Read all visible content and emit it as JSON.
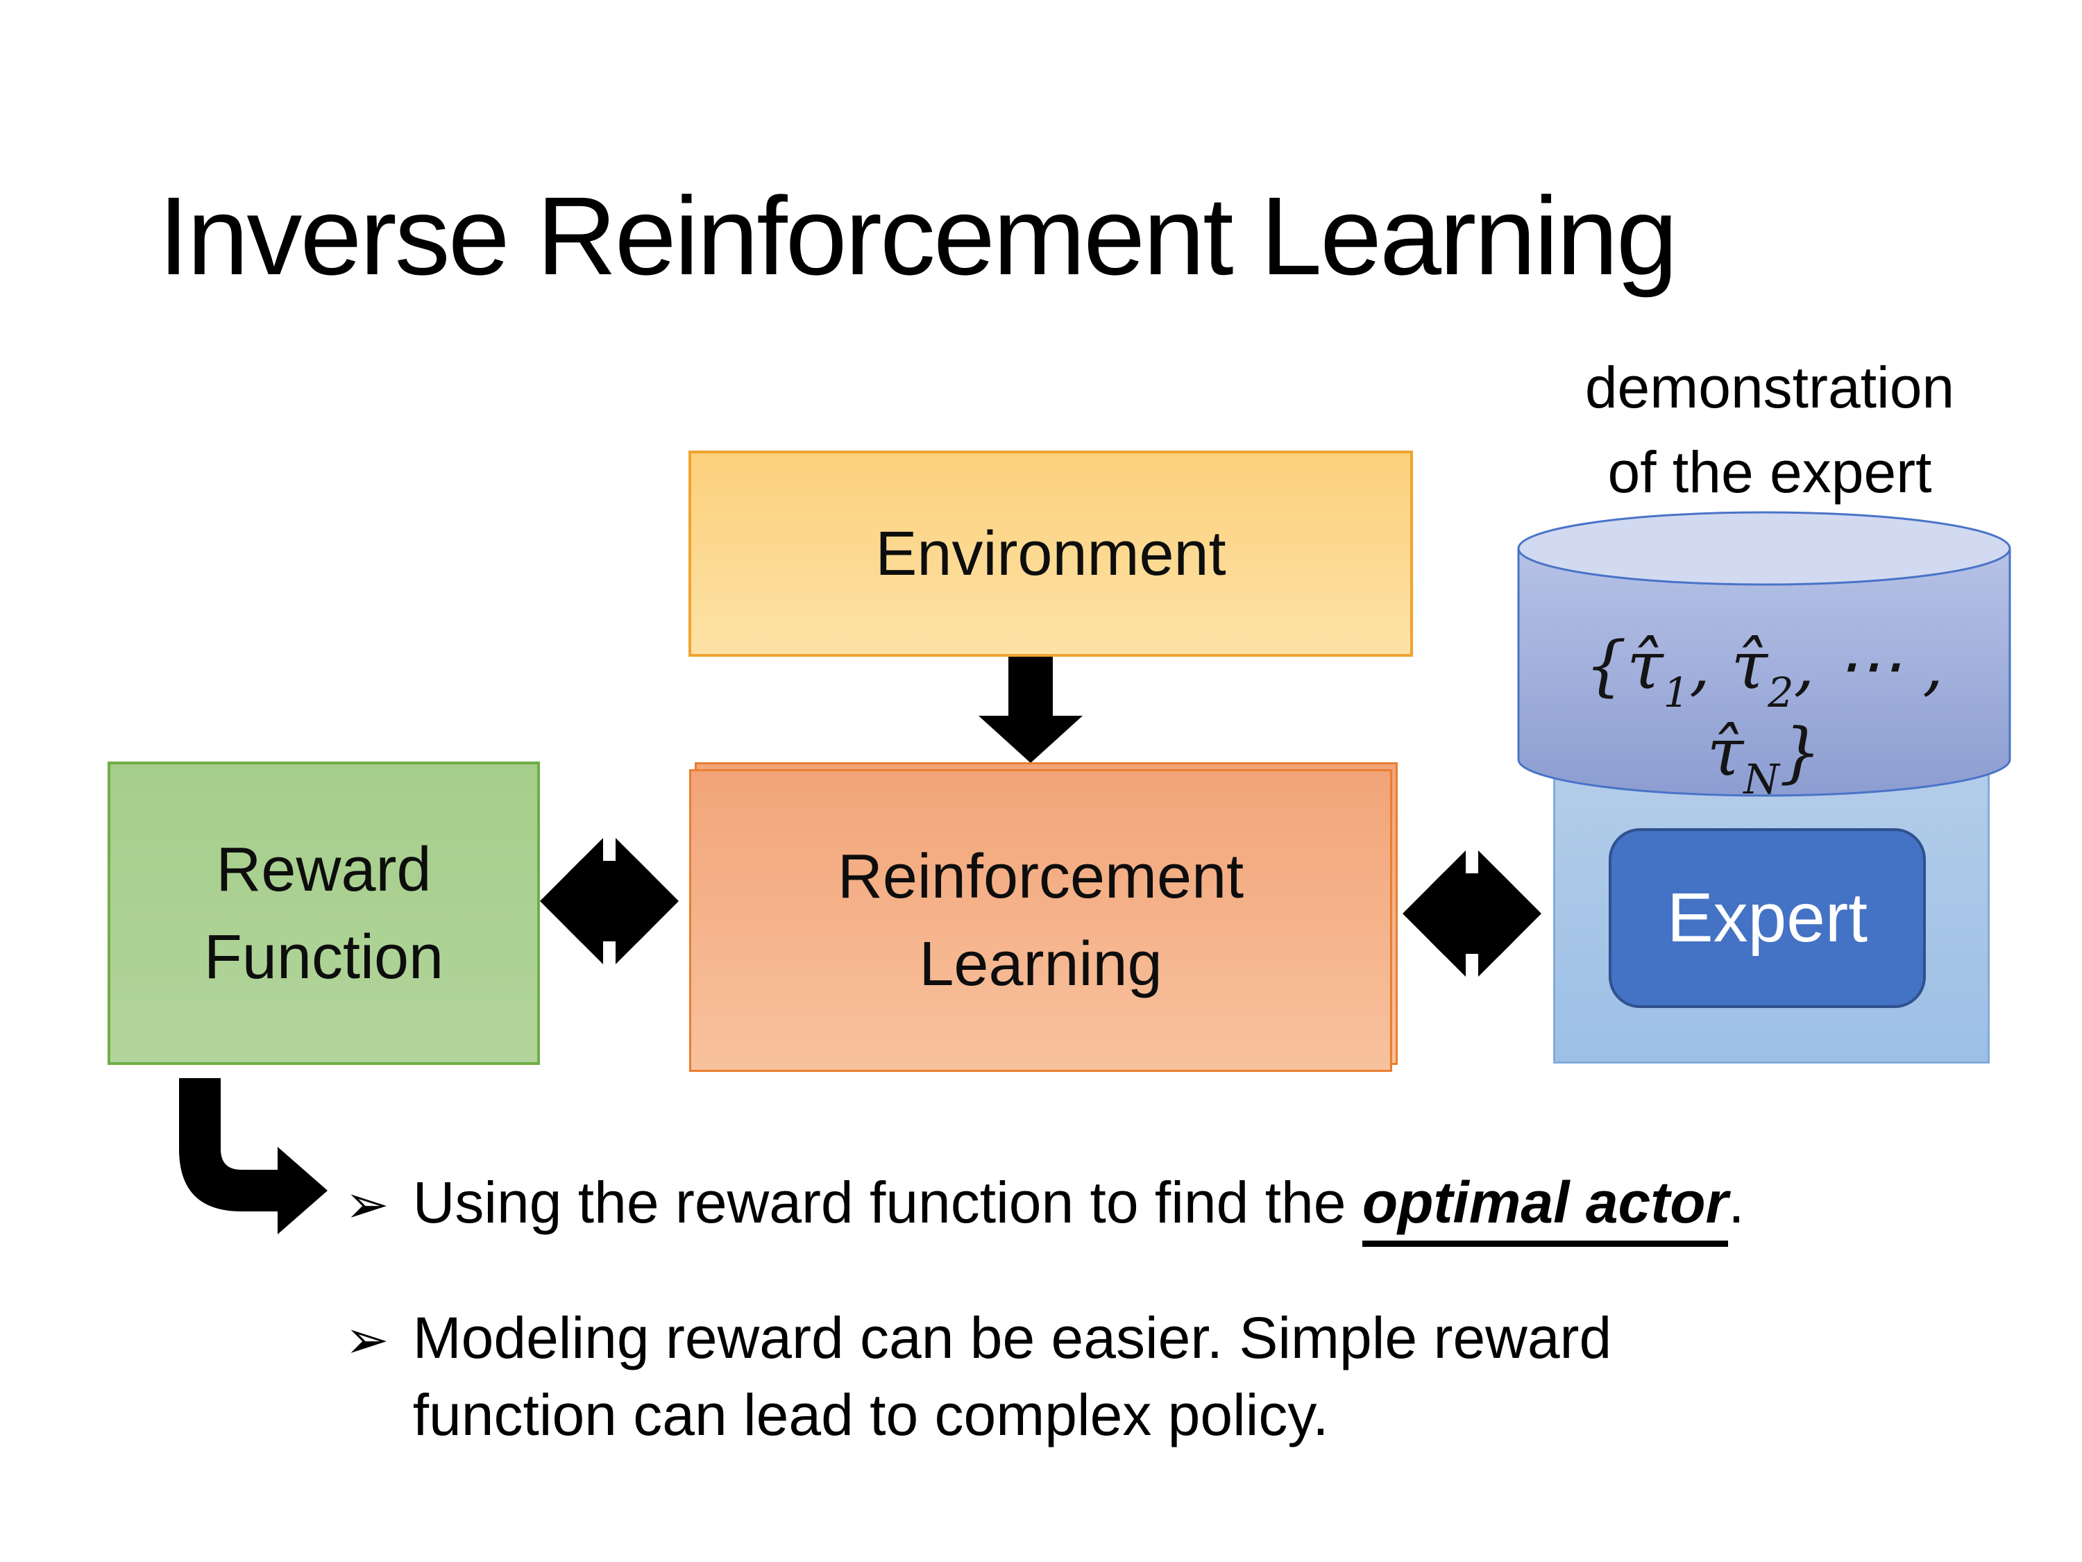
{
  "colors": {
    "page_bg": "#FFFFFF",
    "text": "#000000",
    "env_fill_top": "#FCD07C",
    "env_fill_bottom": "#FDE2A6",
    "env_border": "#F0A330",
    "rl_fill_top": "#F2A478",
    "rl_fill_bottom": "#F8C29E",
    "rl_border": "#EA7E31",
    "reward_fill_top": "#A6CE8B",
    "reward_fill_bottom": "#B1D49B",
    "reward_border": "#70AD47",
    "panel_fill_top": "#B5CDEA",
    "panel_fill_bottom": "#9CC0E5",
    "panel_border": "#82ABD9",
    "expert_fill": "#4472C4",
    "expert_border": "#2F528F",
    "expert_text": "#FFFFFF",
    "cyl_top_fill": "#D1DAF0",
    "cyl_body_top": "#B6C2E6",
    "cyl_body_bottom": "#8C9DD1",
    "cyl_border": "#4973C8",
    "arrow_fill": "#000000"
  },
  "title": "Inverse Reinforcement Learning",
  "demo_label": {
    "line1": "demonstration",
    "line2": "of the expert"
  },
  "boxes": {
    "environment": {
      "label": "Environment"
    },
    "reward": {
      "line1": "Reward",
      "line2": "Function"
    },
    "rl": {
      "line1": "Reinforcement",
      "line2": "Learning"
    },
    "expert": {
      "label": "Expert"
    }
  },
  "cylinder_math": {
    "p0": "{τ̂",
    "s0": "1",
    "p1": ", τ̂",
    "s1": "2",
    "p2": ", ⋯ , τ̂",
    "s2": "N",
    "p3": "}"
  },
  "bullets": {
    "b1": {
      "marker": "➢",
      "pre": "Using the reward function to find the ",
      "em": "optimal actor",
      "post": "."
    },
    "b2": {
      "marker": "➢",
      "line1": "Modeling reward can be easier. Simple reward",
      "line2": "function can lead to complex policy."
    }
  }
}
